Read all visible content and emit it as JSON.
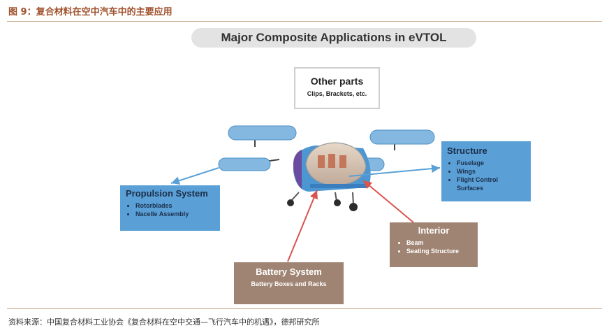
{
  "figure": {
    "title": "图 9：复合材料在空中汽车中的主要应用",
    "source": "资料来源：中国复合材料工业协会《复合材料在空中交通—飞行汽车中的机遇》，德邦研究所"
  },
  "diagram": {
    "title": "Major Composite Applications in eVTOL",
    "other_parts": {
      "title": "Other parts",
      "subtitle": "Clips, Brackets, etc."
    },
    "structure": {
      "title": "Structure",
      "items": [
        "Fuselage",
        "Wings",
        "Flight Control Surfaces"
      ]
    },
    "propulsion": {
      "title": "Propulsion System",
      "items": [
        "Rotorblades",
        "Nacelle Assembly"
      ]
    },
    "interior": {
      "title": "Interior",
      "items": [
        "Beam",
        "Seating Structure"
      ]
    },
    "battery": {
      "title": "Battery System",
      "subtitle": "Battery Boxes and Racks"
    }
  },
  "colors": {
    "accent_blue": "#5aa0d6",
    "accent_brown": "#a08473",
    "arrow_red": "#d9534f",
    "title_brown": "#a0522d"
  }
}
